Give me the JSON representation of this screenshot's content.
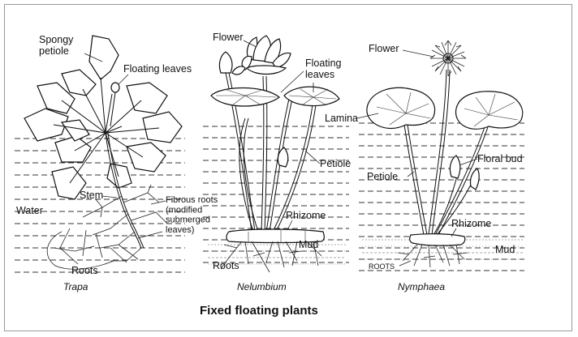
{
  "title": "Fixed floating plants",
  "plants": [
    {
      "caption": "Trapa",
      "labels": {
        "spongy_petiole": "Spongy\npetiole",
        "floating_leaves": "Floating leaves",
        "stem": "Stem",
        "water": "Water",
        "fibrous_roots": "Fibrous roots\n(modified\nsubmerged\nleaves)",
        "roots": "Roots"
      }
    },
    {
      "caption": "Nelumbium",
      "labels": {
        "flower": "Flower",
        "floating_leaves": "Floating\nleaves",
        "petiole": "Petiole",
        "rhizome": "Rhizome",
        "mud": "Mud",
        "roots": "Roots"
      }
    },
    {
      "caption": "Nymphaea",
      "labels": {
        "flower": "Flower",
        "lamina": "Lamina",
        "floral_bud": "Floral bud",
        "petiole": "Petiole",
        "rhizome": "Rhizome",
        "mud": "Mud",
        "roots": "ROOTS"
      }
    }
  ]
}
